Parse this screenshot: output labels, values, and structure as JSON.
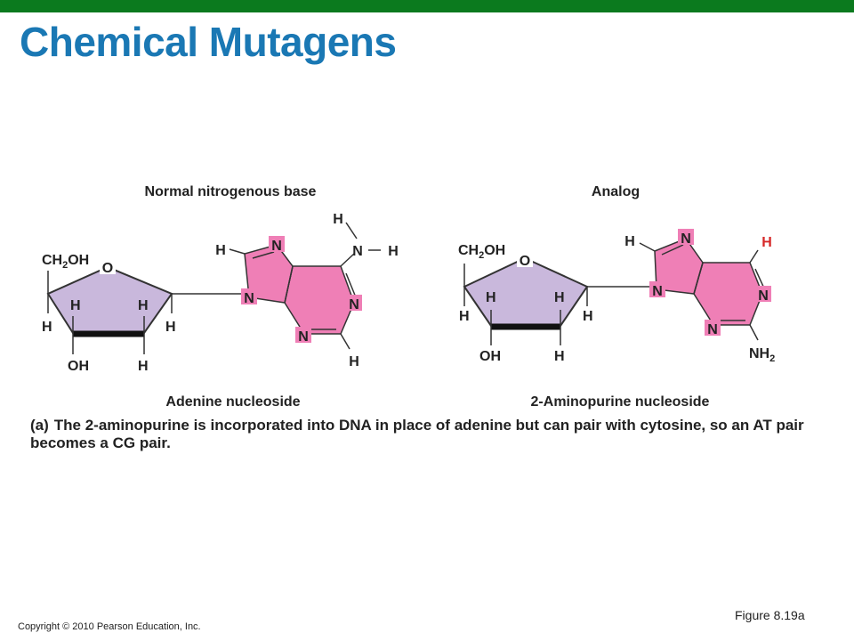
{
  "slide": {
    "title": "Chemical Mutagens",
    "figure_ref": "Figure 8.19a",
    "copyright": "Copyright © 2010 Pearson Education, Inc."
  },
  "diagram": {
    "left_heading": "Normal nitrogenous base",
    "right_heading": "Analog",
    "left_name": "Adenine nucleoside",
    "right_name": "2-Aminopurine nucleoside",
    "atoms": {
      "H": "H",
      "N": "N",
      "O": "O",
      "OH": "OH",
      "CH2OH": "CH",
      "sub2": "2",
      "OH_tail": "OH",
      "NH": "NH"
    },
    "colors": {
      "sugar": "#c9b8dc",
      "base": "#ef7fb6",
      "highlight_h": "#d62828",
      "bond": "#333333"
    }
  },
  "caption": {
    "tag": "(a)",
    "text": "The 2-aminopurine is incorporated into DNA in place of adenine but can pair with cytosine, so an AT pair becomes a CG pair."
  }
}
